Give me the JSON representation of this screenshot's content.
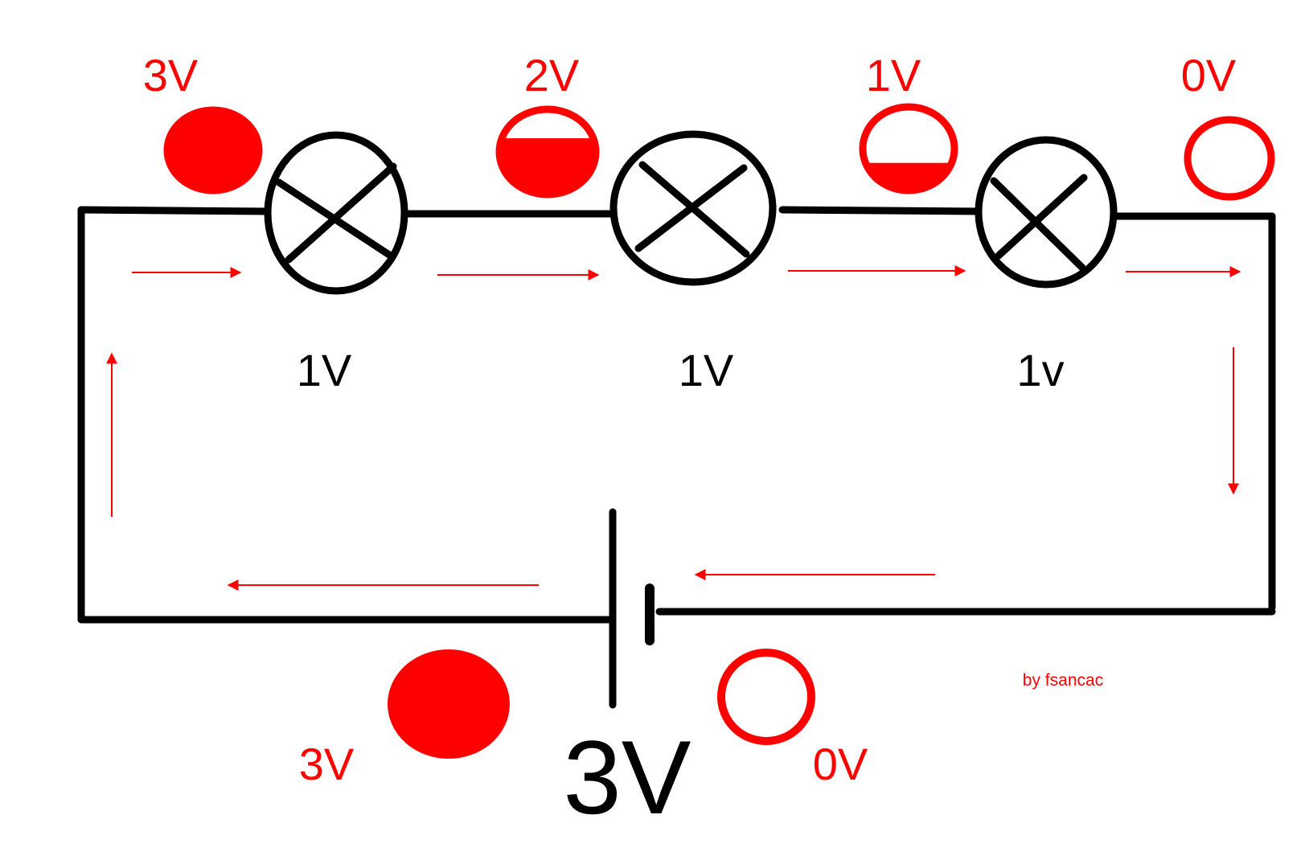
{
  "colors": {
    "wire": "#000000",
    "potential": "#ff0000",
    "background": "#ffffff"
  },
  "circuit": {
    "potential_labels": [
      "3V",
      "2V",
      "1V",
      "0V"
    ],
    "potential_fill_levels": [
      1.0,
      0.66,
      0.33,
      0.0
    ],
    "lamp_drops": [
      "1V",
      "1V",
      "1v"
    ],
    "battery": {
      "emf_label": "3V",
      "positive_terminal_label": "3V",
      "negative_terminal_label": "0V",
      "positive_fill_level": 1.0,
      "negative_fill_level": 0.0
    },
    "credit": "by fsancac"
  }
}
